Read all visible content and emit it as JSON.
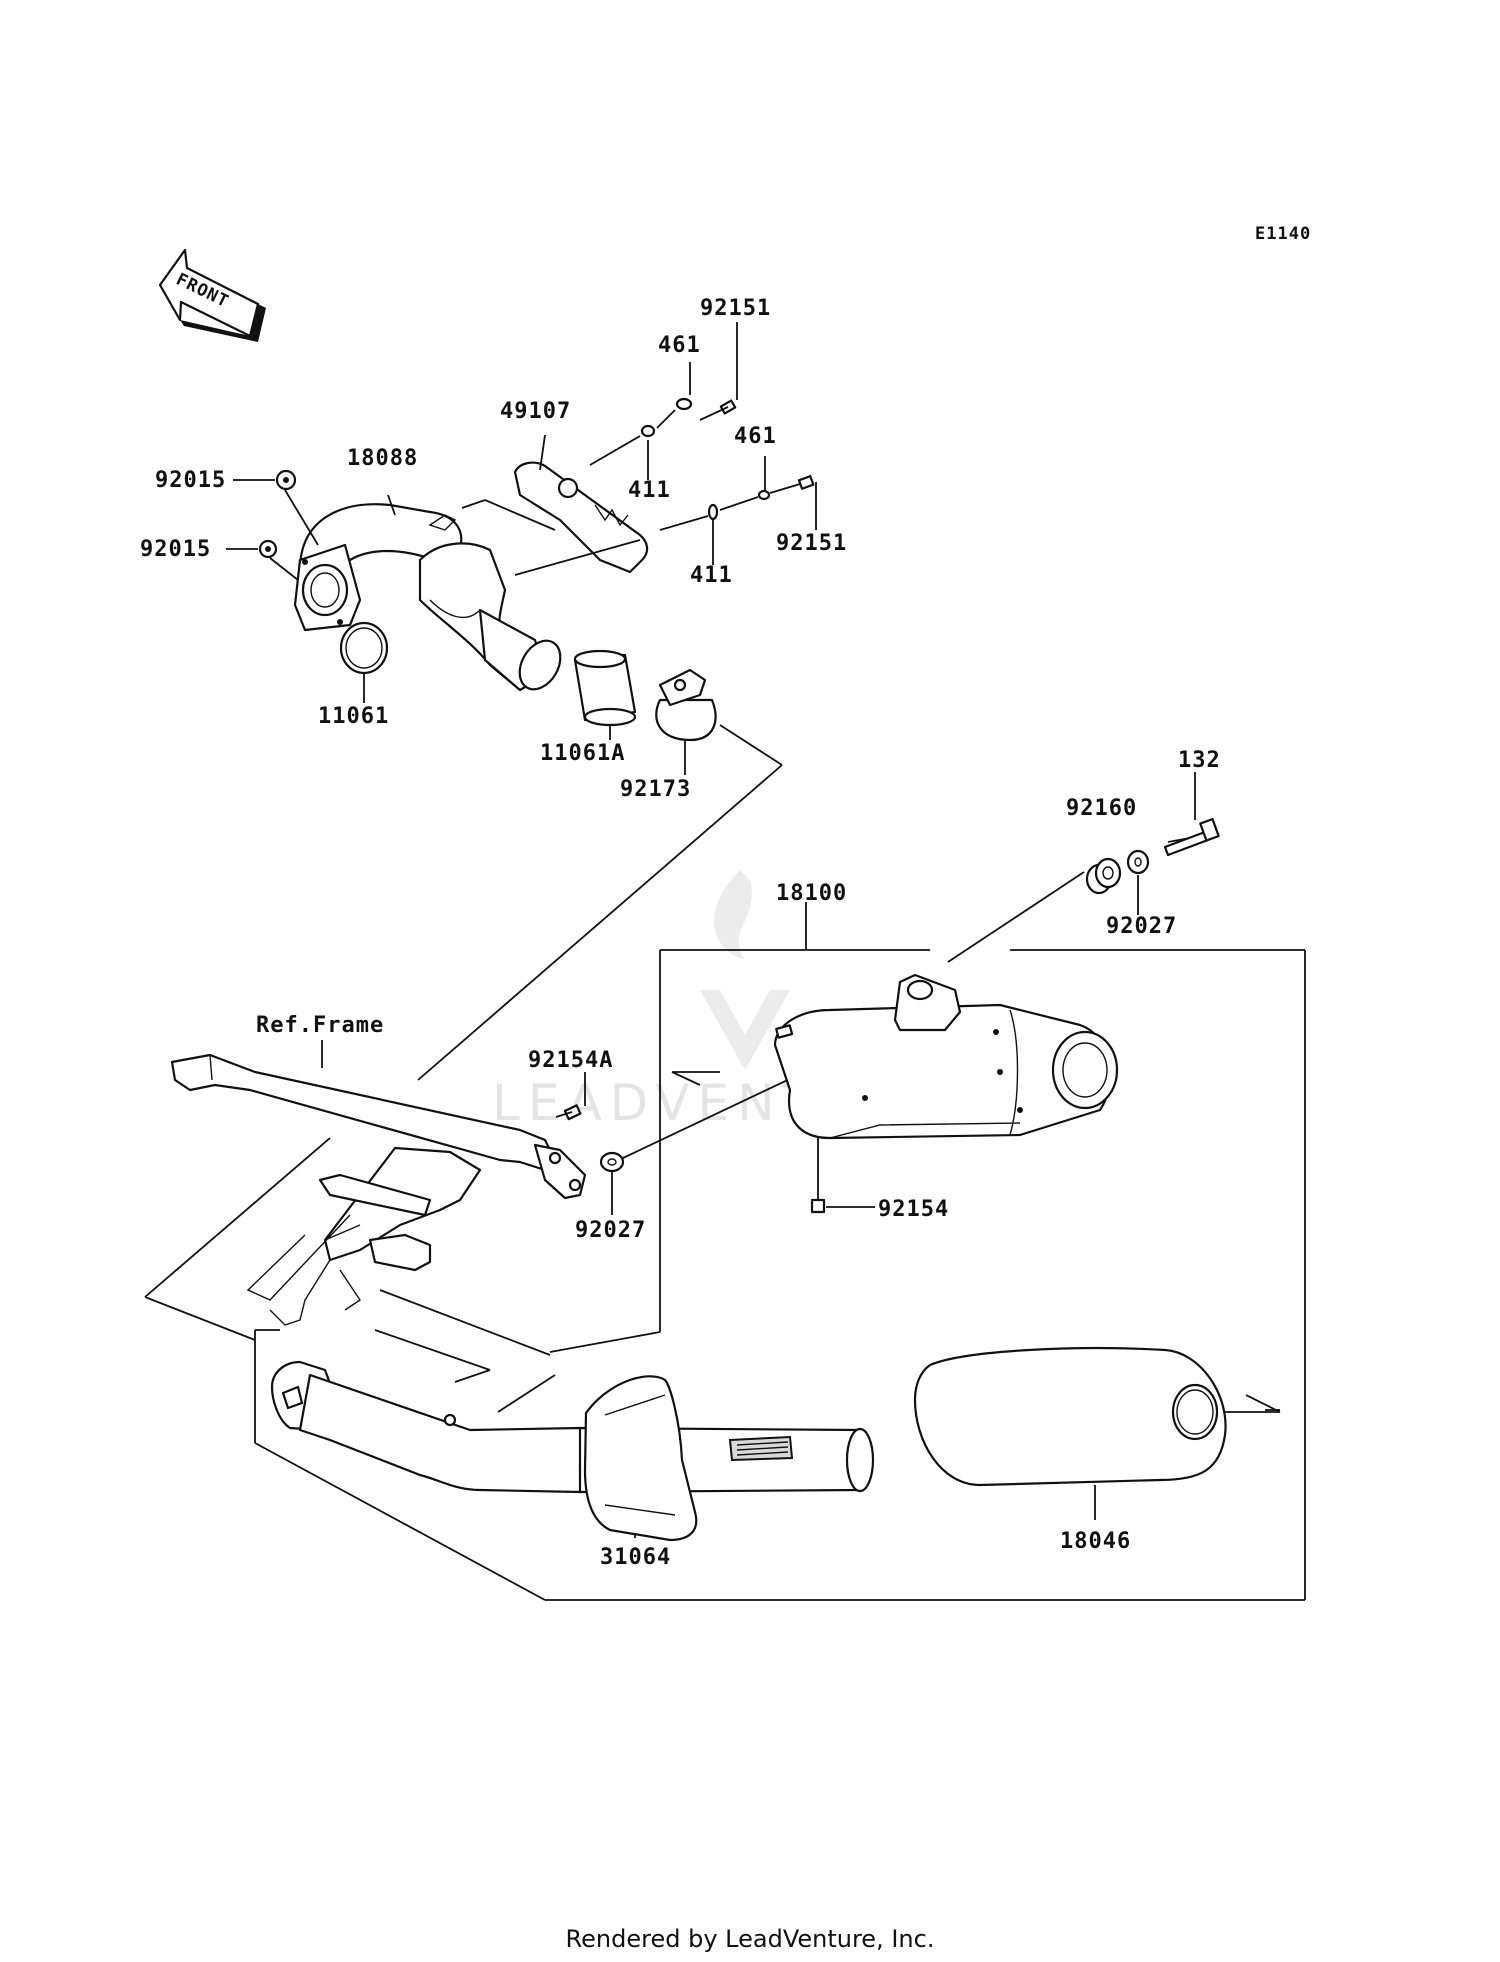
{
  "diagram_code": "E1140",
  "front_arrow_label": "FRONT",
  "watermark": "LEADVENTURE",
  "reference_label": "Ref.Frame",
  "parts": {
    "p92151_top": "92151",
    "p461_top": "461",
    "p49107": "49107",
    "p18088": "18088",
    "p92015_a": "92015",
    "p92015_b": "92015",
    "p411_a": "411",
    "p461_b": "461",
    "p92151_b": "92151",
    "p411_b": "411",
    "p11061": "11061",
    "p11061A": "11061A",
    "p92173": "92173",
    "p132": "132",
    "p92160": "92160",
    "p18100": "18100",
    "p92027_a": "92027",
    "p92154A": "92154A",
    "p92027_b": "92027",
    "p92154": "92154",
    "p31064": "31064",
    "p18046": "18046"
  },
  "footer": "Rendered by LeadVenture, Inc."
}
